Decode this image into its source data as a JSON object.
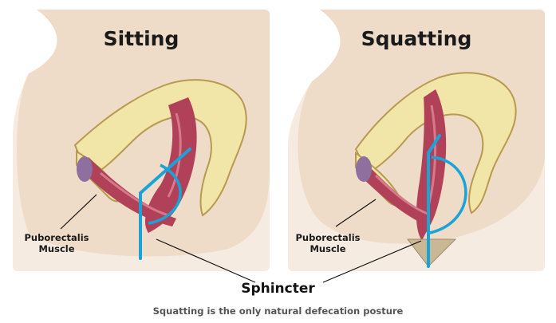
{
  "panels": [
    {
      "title": "Sitting",
      "muscle_label": [
        "Puborectalis",
        "Muscle"
      ]
    },
    {
      "title": "Squatting",
      "muscle_label": [
        "Puborectalis",
        "Muscle"
      ]
    }
  ],
  "sphincter_label": "Sphincter",
  "caption": "Squatting is the only natural defecation posture",
  "colors": {
    "background": "#ffffff",
    "skin": "#efdcc8",
    "bone": "#f1e6a8",
    "bone_outline": "#b79a4f",
    "muscle": "#b14158",
    "muscle_light": "#d47a8a",
    "guide_line": "#1aa3d9"
  }
}
